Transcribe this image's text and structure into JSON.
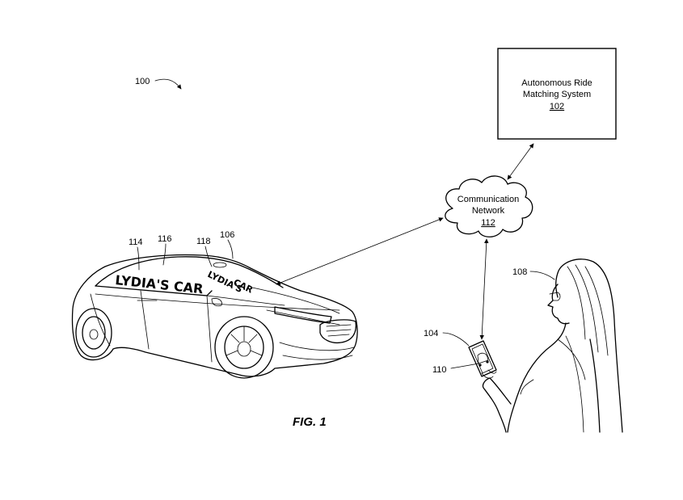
{
  "figure": {
    "label": "FIG. 1",
    "system_ref": "100"
  },
  "ride_system": {
    "line1": "Autonomous Ride",
    "line2": "Matching System",
    "ref": "102"
  },
  "network": {
    "line1": "Communication",
    "line2": "Network",
    "ref": "112"
  },
  "vehicle": {
    "ref": "106",
    "windshield_text": "LYDIA'S CAR",
    "rear_window_text_line1": "LYDIA'S",
    "rear_window_text_line2": "CAR",
    "sensor_ref": "114",
    "window_ref": "116",
    "display_ref": "118"
  },
  "device": {
    "ref": "104",
    "app_ref": "110"
  },
  "rider": {
    "ref": "108"
  }
}
